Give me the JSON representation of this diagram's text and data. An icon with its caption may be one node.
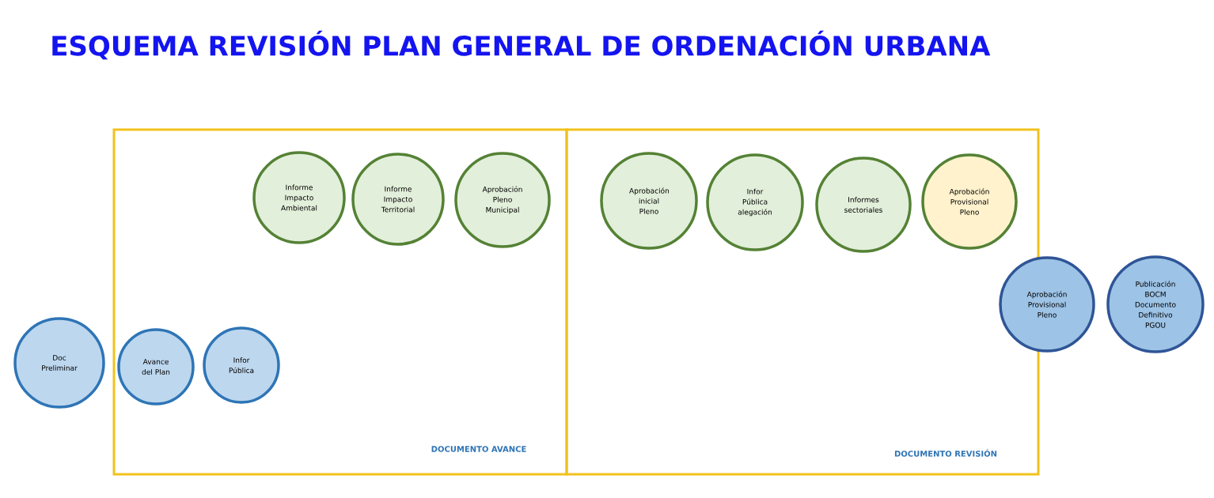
{
  "diagram": {
    "title": "ESQUEMA REVISIÓN PLAN GENERAL DE ORDENACIÓN URBANA",
    "nodes": [
      {
        "text": [
          "Doc Preliminar"
        ]
      },
      {
        "text": [
          "DOCUMENTO AVANCE"
        ]
      },
      {
        "text": [
          "Avance del Plan"
        ],
        "in": 1
      },
      {
        "text": [
          "Infor Pública"
        ],
        "in": 1
      },
      {
        "text": [
          "Informe Impacto Ambiental"
        ],
        "in": 1
      },
      {
        "text": [
          "Informe Impacto Territorial"
        ],
        "in": 1
      },
      {
        "text": [
          "Aprobación Pleno Municipal"
        ],
        "in": 1
      },
      {
        "text": [
          "DOCUMENTO REVISIÓN"
        ]
      },
      {
        "text": [
          "Aprobación inicial Pleno"
        ],
        "in": 7
      },
      {
        "text": [
          "Infor Pública alegación"
        ],
        "in": 7
      },
      {
        "text": [
          "Informes sectoriales"
        ],
        "in": 7
      },
      {
        "text": [
          "Aprobación Provisional Pleno"
        ],
        "in": 7
      },
      {
        "text": [
          "Aprobación Provisional Pleno"
        ]
      },
      {
        "text": [
          "Publicación BOCM Documento Definitivo PGOU"
        ]
      }
    ],
    "edges": []
  }
}
